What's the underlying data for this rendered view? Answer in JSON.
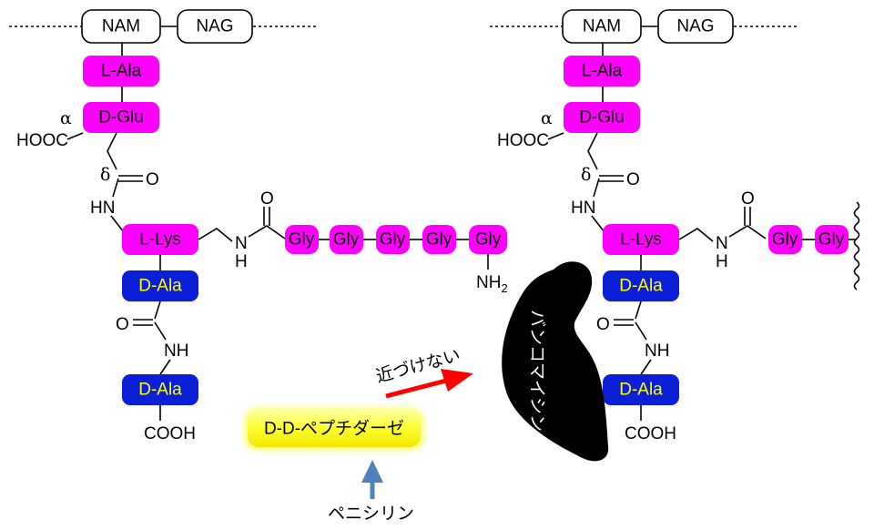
{
  "colors": {
    "magenta": "#ff00ff",
    "blue": "#0a1fd6",
    "yellow_text": "#ffff00",
    "enzyme_fill": "#ffff33",
    "red_arrow": "#ff0000",
    "blue_arrow": "#4f81bd",
    "black": "#000000"
  },
  "glycan": {
    "nam": "NAM",
    "nag": "NAG"
  },
  "residues": {
    "l_ala": "L-Ala",
    "d_glu": "D-Glu",
    "l_lys": "L-Lys",
    "d_ala": "D-Ala",
    "gly": "Gly"
  },
  "atoms": {
    "alpha": "α",
    "delta": "δ",
    "hooc": "HOOC",
    "cooh": "COOH",
    "o": "O",
    "hn": "HN",
    "nh": "NH",
    "n": "N",
    "h": "H",
    "nh2_main": "NH",
    "nh2_sub": "2"
  },
  "labels": {
    "vancomycin": "バンコマイシン",
    "cannot_approach": "近づけない",
    "dd_peptidase": "D-D-ペプチダーゼ",
    "penicillin": "ペニシリン"
  }
}
